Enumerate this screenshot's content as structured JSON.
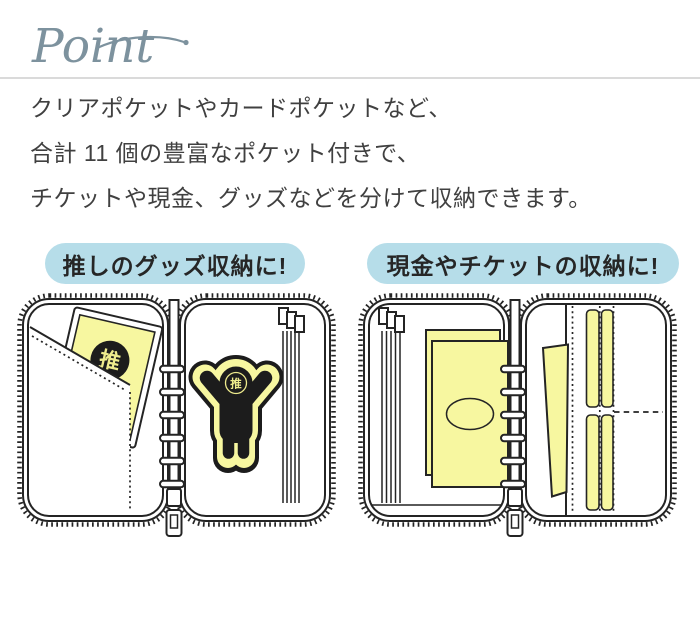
{
  "header": {
    "script_label": "Point"
  },
  "description": {
    "lines": [
      "クリアポケットやカードポケットなど、",
      "合計 11 個の豊富なポケット付きで、",
      "チケットや現金、グッズなどを分けて収納できます。"
    ]
  },
  "callouts": {
    "left_label": "推しのグッズ収納に!",
    "right_label": "現金やチケットの収納に!"
  },
  "illustrations": {
    "left_wallet": {
      "description": "open zip wallet with a photo card in the slip pocket and an acrylic-figure sticker",
      "card_badge_char": "推",
      "figure_badge_char": "推"
    },
    "right_wallet": {
      "description": "open zip wallet holding banknotes, a ticket and cards in pockets"
    }
  },
  "colors": {
    "accent_blue": "#b6dde9",
    "pale_yellow": "#f7f7a0",
    "line_ink": "#242424",
    "script_gray": "#7d929e",
    "divider_gray": "#dadada",
    "body_text": "#404040"
  }
}
